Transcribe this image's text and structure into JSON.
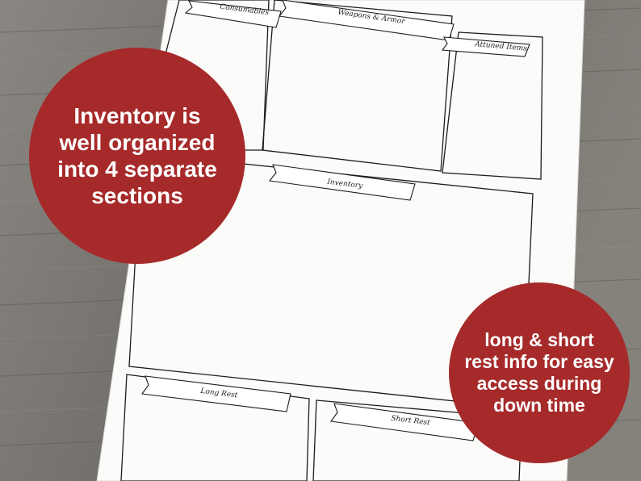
{
  "colors": {
    "wood_base": "#7d7a75",
    "paper": "#fbfbfa",
    "ink": "#1c1c1c",
    "badge_red": "#a62a2a",
    "badge_text": "#ffffff"
  },
  "sheet": {
    "sections": {
      "consumables": "Consumables",
      "weapons_armor": "Weapons & Armor",
      "attuned_items": "Attuned Items",
      "inventory": "Inventory",
      "long_rest": "Long Rest",
      "short_rest": "Short Rest"
    }
  },
  "badges": {
    "inventory_callout": "Inventory is\nwell organized\ninto 4 separate\nsections",
    "rest_callout": "long & short\nrest info for easy\naccess during\ndown time"
  }
}
